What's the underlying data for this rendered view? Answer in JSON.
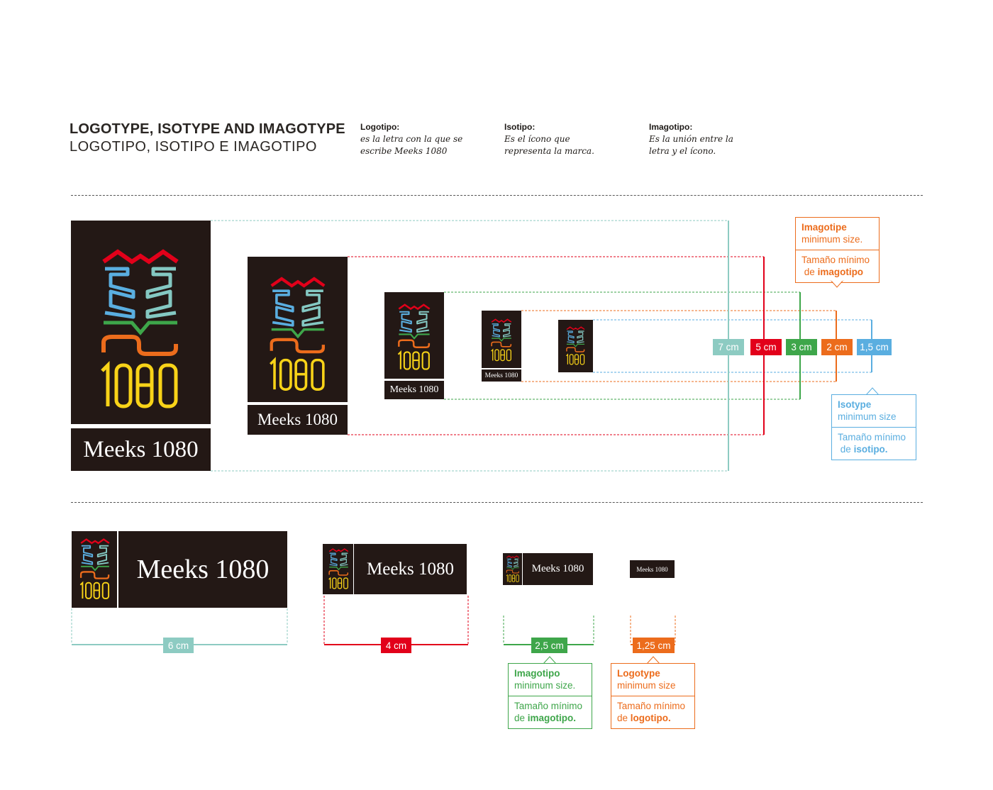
{
  "header": {
    "title_en": "LOGOTYPE, ISOTYPE AND IMAGOTYPE",
    "title_es": "LOGOTIPO, ISOTIPO E IMAGOTIPO"
  },
  "definitions": [
    {
      "heading": "Logotipo:",
      "text": "es la letra con la que se\nescribe Meeks 1080"
    },
    {
      "heading": "Isotipo:",
      "text": "Es el ícono que\nrepresenta la marca."
    },
    {
      "heading": "Imagotipo:",
      "text": "Es la unión entre la\nletra y el ícono."
    }
  ],
  "brand": {
    "wordmark": "Meeks 1080",
    "icon_number": "1080",
    "icon_colors": {
      "crown": "#e2001a",
      "k_top": "#5aaee0",
      "k_right": "#84c8c2",
      "bar": "#3ea64a",
      "s": "#ec6c1c",
      "number": "#f8d318"
    },
    "background": "#231815"
  },
  "vertical_sizes": [
    {
      "label": "7 cm",
      "color": "#8dcbc2"
    },
    {
      "label": "5 cm",
      "color": "#e2001a"
    },
    {
      "label": "3 cm",
      "color": "#3ea64a"
    },
    {
      "label": "2 cm",
      "color": "#ec6c1c"
    },
    {
      "label": "1,5 cm",
      "color": "#5aaee0"
    }
  ],
  "horizontal_sizes": [
    {
      "label": "6 cm",
      "color": "#8dcbc2"
    },
    {
      "label": "4 cm",
      "color": "#e2001a"
    },
    {
      "label": "2,5 cm",
      "color": "#3ea64a"
    },
    {
      "label": "1,25 cm",
      "color": "#ec6c1c"
    }
  ],
  "callouts": {
    "imagotype_min": {
      "bold": "Imagotipe",
      "rest": "minimum size.",
      "es_pre": "Tamaño mínimo",
      "es_de": "de",
      "es_bold": "imagotipo",
      "color": "#ec6c1c"
    },
    "isotype_min": {
      "bold": "Isotype",
      "rest": "minimum size",
      "es_pre": "Tamaño mínimo",
      "es_de": "de",
      "es_bold": "isotipo.",
      "color": "#5aaee0"
    },
    "imagotipo_h_min": {
      "bold": "Imagotipo",
      "rest": "minimum size.",
      "es_pre": "Tamaño mínimo",
      "es_de": "de",
      "es_bold": "imagotipo.",
      "color": "#3ea64a"
    },
    "logotype_min": {
      "bold": "Logotype",
      "rest": "minimum size",
      "es_pre": "Tamaño mínimo",
      "es_de": "de",
      "es_bold": "logotipo.",
      "color": "#ec6c1c"
    }
  }
}
